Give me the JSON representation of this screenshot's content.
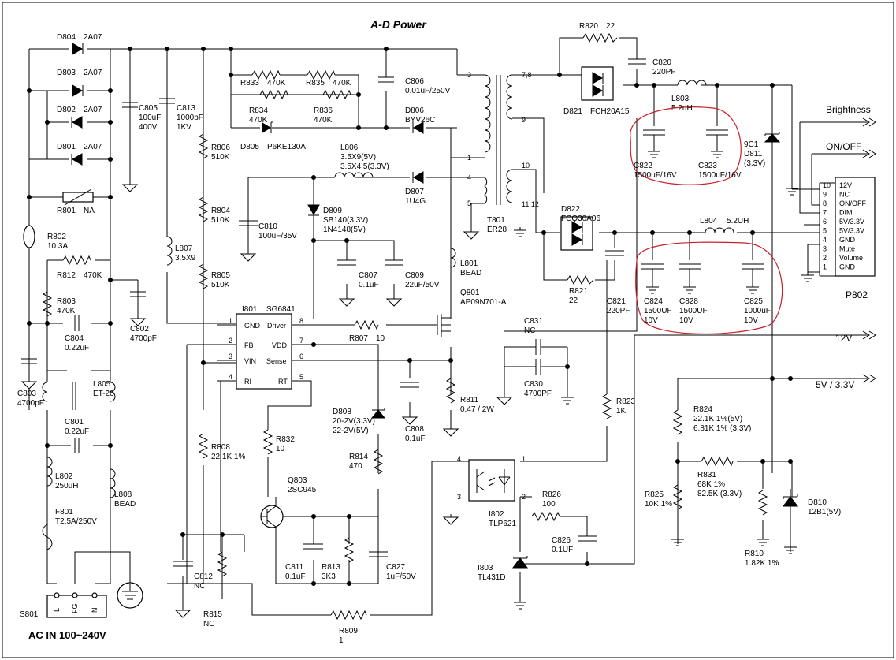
{
  "title": "A-D Power",
  "ac_input": "AC IN 100~240V",
  "connector": {
    "ref": "S801",
    "pins": [
      "L",
      "FG",
      "N"
    ]
  },
  "output_connector": {
    "ref": "P802",
    "pins": [
      {
        "num": "10",
        "name": "12V"
      },
      {
        "num": "9",
        "name": "NC"
      },
      {
        "num": "8",
        "name": "ON/OFF"
      },
      {
        "num": "7",
        "name": "DIM"
      },
      {
        "num": "6",
        "name": "5V/3.3V"
      },
      {
        "num": "5",
        "name": "5V/3.3V"
      },
      {
        "num": "4",
        "name": "GND"
      },
      {
        "num": "3",
        "name": "Mute"
      },
      {
        "num": "2",
        "name": "Volume"
      },
      {
        "num": "1",
        "name": "GND"
      }
    ]
  },
  "nets": {
    "brightness": "Brightness",
    "onoff": "ON/OFF",
    "v12": "12V",
    "v5": "5V / 3.3V"
  },
  "ic": {
    "ref": "I801",
    "part": "SG6841",
    "pins_left": [
      {
        "n": "1",
        "name": "GND"
      },
      {
        "n": "2",
        "name": "FB"
      },
      {
        "n": "3",
        "name": "VIN"
      },
      {
        "n": "4",
        "name": "RI"
      }
    ],
    "pins_right": [
      {
        "n": "8",
        "name": "Driver"
      },
      {
        "n": "7",
        "name": "VDD"
      },
      {
        "n": "6",
        "name": "Sense"
      },
      {
        "n": "5",
        "name": "RT"
      }
    ]
  },
  "transformer": {
    "ref": "T801",
    "part": "ER28",
    "pins": [
      "3",
      "1",
      "4",
      "5",
      "7,8",
      "9",
      "10",
      "11,12"
    ]
  },
  "labels": {
    "D804": [
      "D804",
      "2A07"
    ],
    "D803": [
      "D803",
      "2A07"
    ],
    "D802": [
      "D802",
      "2A07"
    ],
    "D801": [
      "D801",
      "2A07"
    ],
    "C805": [
      "C805",
      "100uF",
      "400V"
    ],
    "C813": [
      "C813",
      "1000pF",
      "1KV"
    ],
    "R833": [
      "R833",
      "470K"
    ],
    "R835": [
      "R835",
      "470K"
    ],
    "C806": [
      "C806",
      "0.01uF/250V"
    ],
    "R834": [
      "R834",
      "470K"
    ],
    "R836": [
      "R836",
      "470K"
    ],
    "D806": [
      "D806",
      "BYV26C"
    ],
    "D805": [
      "D805",
      "P6KE130A"
    ],
    "L806": [
      "L806",
      "3.5X9(5V)",
      "3.5X4.5(3.3V)"
    ],
    "D807": [
      "D807",
      "1U4G"
    ],
    "R801": [
      "R801",
      "NA"
    ],
    "R802": [
      "R802",
      "10 3A"
    ],
    "R806": [
      "R806",
      "510K"
    ],
    "R804": [
      "R804",
      "510K"
    ],
    "R805": [
      "R805",
      "510K"
    ],
    "L807": [
      "L807",
      "3.5X9"
    ],
    "C810": [
      "C810",
      "100uF/35V"
    ],
    "D809": [
      "D809",
      "SB140(3.3V)",
      "1N4148(5V)"
    ],
    "C807": [
      "C807",
      "0.1uF"
    ],
    "C809": [
      "C809",
      "22uF/50V"
    ],
    "R812": [
      "R812",
      "470K"
    ],
    "R803": [
      "R803",
      "470K"
    ],
    "C802": [
      "C802",
      "4700pF"
    ],
    "C804": [
      "C804",
      "0.22uF"
    ],
    "C803": [
      "C803",
      "4700pF"
    ],
    "L805": [
      "L805",
      "ET-20"
    ],
    "C801": [
      "C801",
      "0.22uF"
    ],
    "L802": [
      "L802",
      "250uH"
    ],
    "L808": [
      "L808",
      "BEAD"
    ],
    "F801": [
      "F801",
      "T2.5A/250V"
    ],
    "L801": [
      "L801",
      "BEAD"
    ],
    "Q801": [
      "Q801",
      "AP09N701-A"
    ],
    "R807": [
      "R807",
      "10"
    ],
    "R811": [
      "R811",
      "0.47 / 2W"
    ],
    "C808": [
      "C808",
      "0.1uF"
    ],
    "D808": [
      "D808",
      "20-2V(3.3V)",
      "22-2V(5V)"
    ],
    "R814": [
      "R814",
      "470"
    ],
    "R832": [
      "R832",
      "10"
    ],
    "Q803": [
      "Q803",
      "2SC945"
    ],
    "R808": [
      "R808",
      "22.1K 1%"
    ],
    "C811": [
      "C811",
      "0.1uF"
    ],
    "R813": [
      "R813",
      "3K3"
    ],
    "C827": [
      "C827",
      "1uF/50V"
    ],
    "C812": [
      "C812",
      "NC"
    ],
    "R815": [
      "R815",
      "NC"
    ],
    "R809": [
      "R809",
      "1"
    ],
    "R820": [
      "R820",
      "22"
    ],
    "C820": [
      "C820",
      "220PF"
    ],
    "D821": [
      "D821",
      "FCH20A15"
    ],
    "L803": [
      "L803",
      "5.2uH"
    ],
    "C822": [
      "C822",
      "1500uF/16V"
    ],
    "C823": [
      "C823",
      "1500uF/16V"
    ],
    "D811": [
      "9C1",
      "D811",
      "(3.3V)"
    ],
    "D822": [
      "D822",
      "FCQ30A06"
    ],
    "L804": [
      "L804",
      "5.2UH"
    ],
    "C824": [
      "C824",
      "1500UF",
      "10V"
    ],
    "C828": [
      "C828",
      "1500UF",
      "10V"
    ],
    "C825": [
      "C825",
      "1000uF",
      "10V"
    ],
    "R821": [
      "R821",
      "22"
    ],
    "C821": [
      "C821",
      "220PF"
    ],
    "C831": [
      "C831",
      "NC"
    ],
    "C830": [
      "C830",
      "4700PF"
    ],
    "R823": [
      "R823",
      "1K"
    ],
    "R824": [
      "R824",
      "22.1K 1%(5V)",
      "6.81K 1% (3.3V)"
    ],
    "R825": [
      "R825",
      "10K  1%"
    ],
    "R831": [
      "R831",
      "68K 1%",
      "82.5K (3.3V)"
    ],
    "R810": [
      "R810",
      "1.82K 1%"
    ],
    "D810": [
      "D810",
      "12B1(5V)"
    ],
    "I802": [
      "I802",
      "TLP621"
    ],
    "R826": [
      "R826",
      "100"
    ],
    "C826": [
      "C826",
      "0.1UF"
    ],
    "I803": [
      "I803",
      "TL431D"
    ]
  },
  "pin_numbers": {
    "opto": [
      "4",
      "1",
      "3",
      "2"
    ]
  }
}
